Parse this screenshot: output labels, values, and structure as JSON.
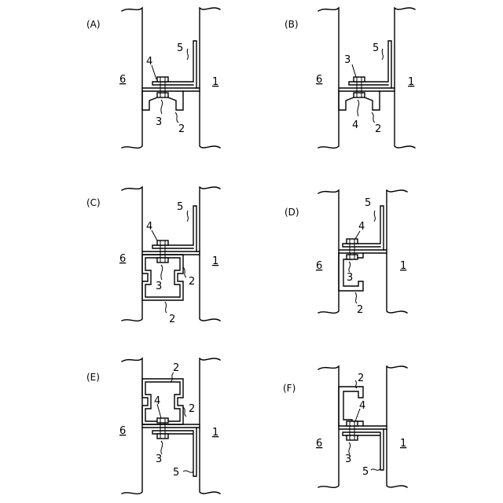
{
  "panels": [
    {
      "id": "A",
      "title": "(A)",
      "labels": {
        "wall_left": "6",
        "wall_right": "1",
        "bracket": "5",
        "nut": "4",
        "bolt": "3",
        "channel": "2"
      }
    },
    {
      "id": "B",
      "title": "(B)",
      "labels": {
        "wall_left": "6",
        "wall_right": "1",
        "bracket": "5",
        "nut": "4",
        "bolt": "3",
        "channel": "2"
      }
    },
    {
      "id": "C",
      "title": "(C)",
      "labels": {
        "wall_left": "6",
        "wall_right": "1",
        "bracket": "5",
        "nut": "4",
        "bolt": "3",
        "channel": "2",
        "channel_b": "2"
      }
    },
    {
      "id": "D",
      "title": "(D)",
      "labels": {
        "wall_left": "6",
        "wall_right": "1",
        "bracket": "5",
        "nut": "4",
        "bolt": "3",
        "channel": "2"
      }
    },
    {
      "id": "E",
      "title": "(E)",
      "labels": {
        "wall_left": "6",
        "wall_right": "1",
        "bracket": "5",
        "nut": "4",
        "bolt": "3",
        "channel": "2",
        "channel_b": "2"
      }
    },
    {
      "id": "F",
      "title": "(F)",
      "labels": {
        "wall_left": "6",
        "wall_right": "1",
        "bracket": "5",
        "nut": "4",
        "bolt": "3",
        "channel": "2"
      }
    }
  ]
}
